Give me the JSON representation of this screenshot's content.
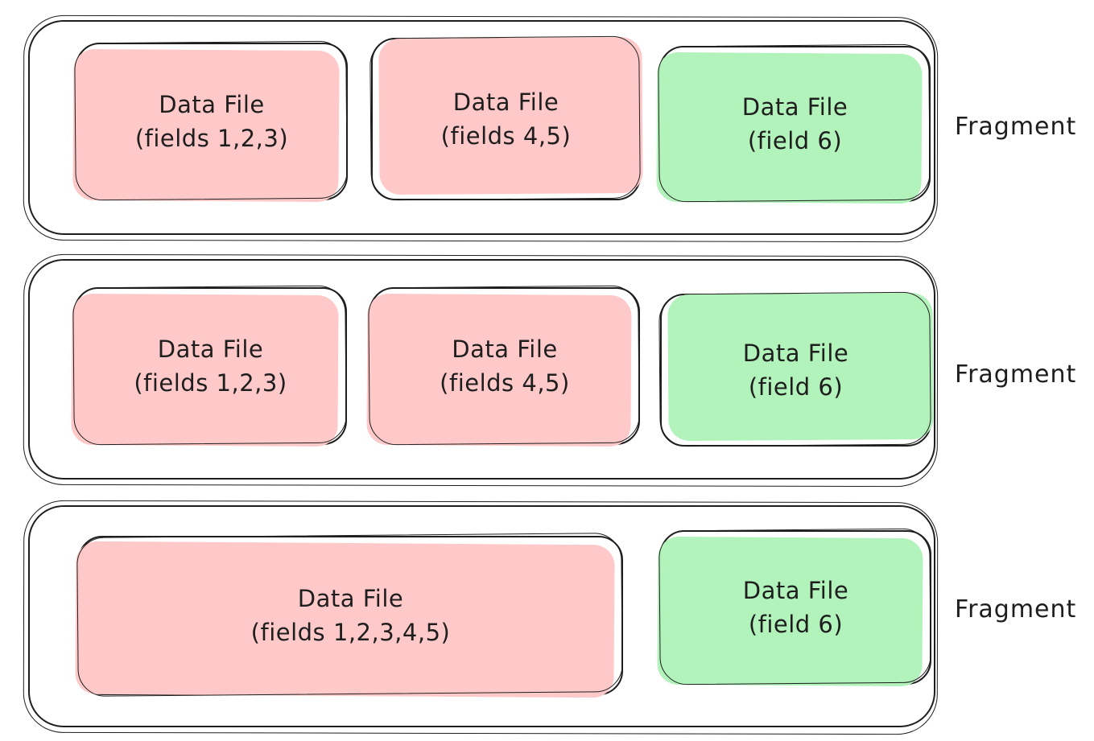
{
  "colors": {
    "pink": "#ffc9c9",
    "green": "#b2f2bb",
    "stroke": "#1e1e1e",
    "background": "#ffffff"
  },
  "fragments": [
    {
      "label": "Fragment",
      "boxes": [
        {
          "title": "Data File",
          "subtitle": "(fields 1,2,3)",
          "color": "pink"
        },
        {
          "title": "Data File",
          "subtitle": "(fields 4,5)",
          "color": "pink"
        },
        {
          "title": "Data File",
          "subtitle": "(field 6)",
          "color": "green"
        }
      ]
    },
    {
      "label": "Fragment",
      "boxes": [
        {
          "title": "Data File",
          "subtitle": "(fields 1,2,3)",
          "color": "pink"
        },
        {
          "title": "Data File",
          "subtitle": "(fields 4,5)",
          "color": "pink"
        },
        {
          "title": "Data File",
          "subtitle": "(field 6)",
          "color": "green"
        }
      ]
    },
    {
      "label": "Fragment",
      "boxes": [
        {
          "title": "Data File",
          "subtitle": "(fields 1,2,3,4,5)",
          "color": "pink"
        },
        {
          "title": "Data File",
          "subtitle": "(field 6)",
          "color": "green"
        }
      ]
    }
  ]
}
